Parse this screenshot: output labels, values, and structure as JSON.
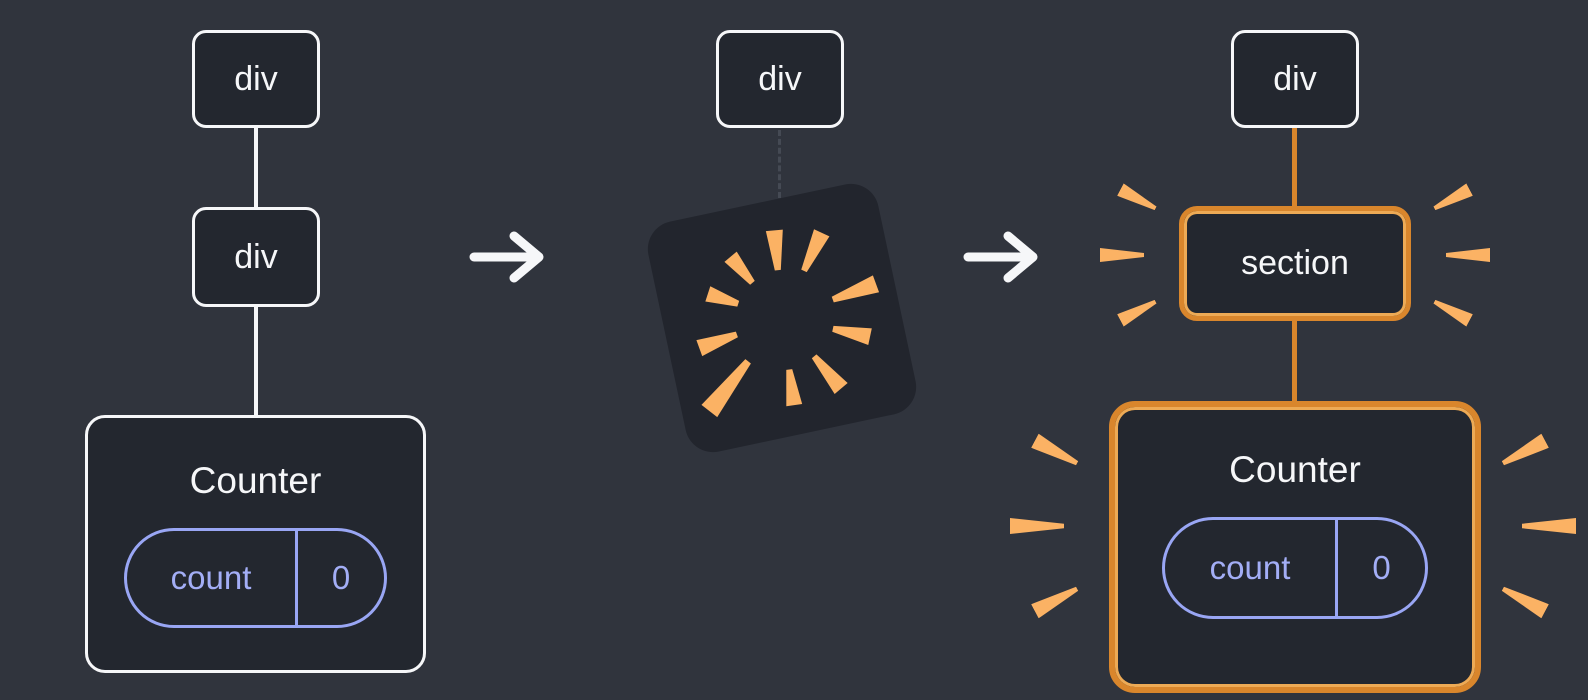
{
  "colors": {
    "background": "#30343d",
    "node_fill": "#23272f",
    "node_border": "#f6f7f9",
    "highlight_orange": "#d9862c",
    "highlight_inner_orange": "#edaa55",
    "spark_orange": "#fbb264",
    "state_purple": "#99a6f4",
    "arrow_white": "#f6f7f9"
  },
  "before": {
    "root_label": "div",
    "child_label": "div",
    "component": {
      "title": "Counter",
      "state_key": "count",
      "state_value": "0"
    }
  },
  "between": {
    "root_label": "div",
    "icon": "poof-burst-icon"
  },
  "after": {
    "root_label": "div",
    "child_label": "section",
    "component": {
      "title": "Counter",
      "state_key": "count",
      "state_value": "0"
    }
  },
  "icons": {
    "arrow": "arrow-right-icon",
    "spark": "spark-icon"
  }
}
